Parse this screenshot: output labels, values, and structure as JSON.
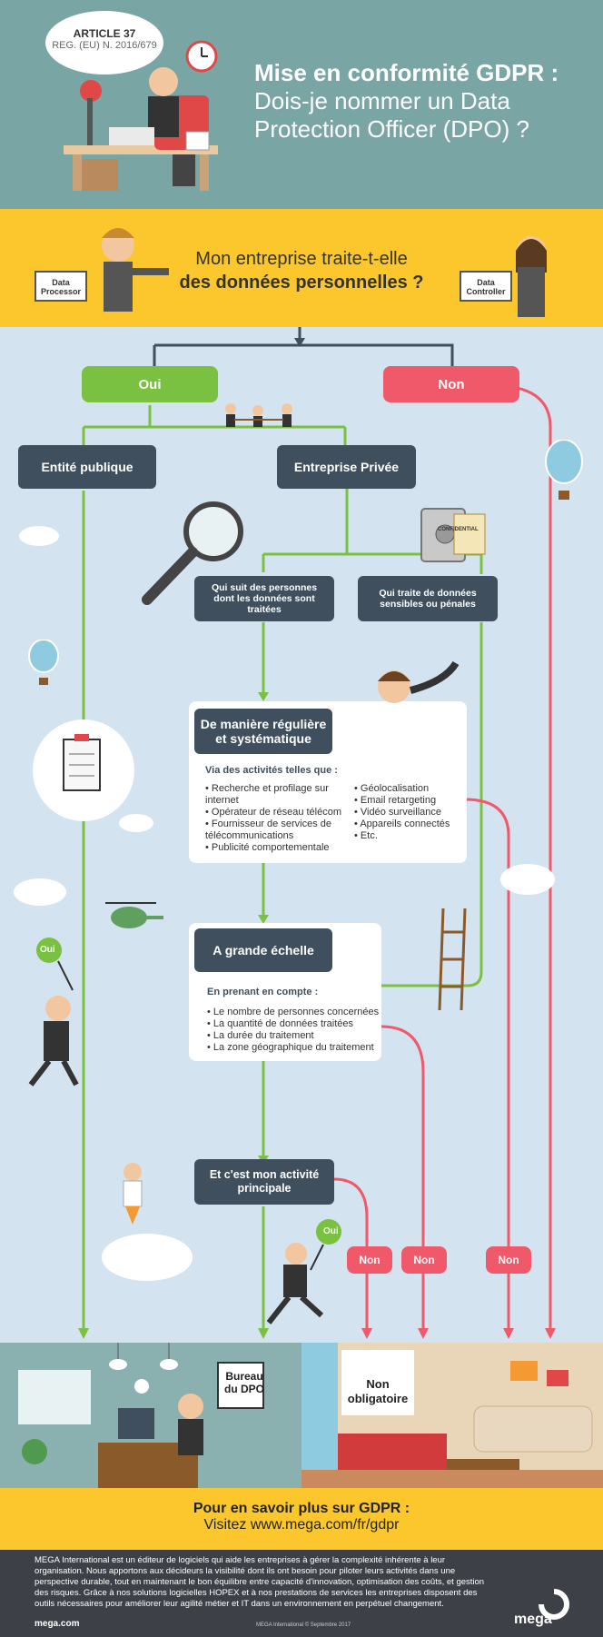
{
  "header": {
    "article_label": "ARTICLE 37",
    "reg_label": "REG. (EU) N. 2016/679",
    "title_bold": "Mise en conformité GDPR :",
    "title_rest": "Dois-je nommer un Data Protection Officer (DPO) ?"
  },
  "question": {
    "line1": "Mon entreprise traite-t-elle",
    "line2": "des données personnelles ?",
    "sign_left": "Data Processor",
    "sign_right": "Data Controller"
  },
  "flow": {
    "oui": "Oui",
    "non": "Non",
    "entite_publique": "Entité publique",
    "entreprise_privee": "Entreprise Privée",
    "qui_suit": "Qui suit des personnes dont les données sont traitées",
    "qui_traite": "Qui traite de données sensibles ou pénales",
    "reguliere": "De manière régulière et systématique",
    "via_label": "Via des activités telles que :",
    "via_left": [
      "Recherche et profilage sur internet",
      "Opérateur de réseau télécom",
      "Fournisseur de services de télécommunications",
      "Publicité comportementale"
    ],
    "via_right": [
      "Géolocalisation",
      "Email retargeting",
      "Vidéo surveillance",
      "Appareils connectés",
      "Etc."
    ],
    "grande_echelle": "A grande échelle",
    "compte_label": "En prenant en compte :",
    "compte_items": [
      "Le nombre de personnes concernées",
      "La quantité de données traitées",
      "La durée du traitement",
      "La zone géographique du traitement"
    ],
    "activite": "Et c'est mon activité principale",
    "oui_sign": "Oui",
    "non1": "Non",
    "non2": "Non",
    "non3": "Non",
    "confidential": "CONFIDENTIAL"
  },
  "outcomes": {
    "bureau": "Bureau du DPO",
    "non_obligatoire": "Non obligatoire"
  },
  "footer": {
    "title": "Pour en savoir plus sur GDPR :",
    "url": "Visitez www.mega.com/fr/gdpr",
    "body": "MEGA International est un éditeur de logiciels qui aide les entreprises à gérer la complexité inhérente à leur organisation. Nous apportons aux décideurs la visibilité dont ils ont besoin pour piloter leurs activités dans une perspective durable, tout en maintenant le bon équilibre entre capacité d'innovation, optimisation des coûts, et gestion des risques. Grâce à nos solutions logicielles HOPEX et à nos prestations de services les entreprises disposent des outils nécessaires pour améliorer leur agilité métier et IT dans un environnement en perpétuel changement.",
    "site": "mega.com",
    "copyright": "MEGA International © Septembre 2017",
    "logo": "mega"
  },
  "colors": {
    "green": "#7ac142",
    "red": "#f0596a",
    "dark": "#3f4f5d",
    "yellow": "#fcc72c",
    "teal": "#7aa5a5",
    "sky": "#d4e3f0"
  }
}
